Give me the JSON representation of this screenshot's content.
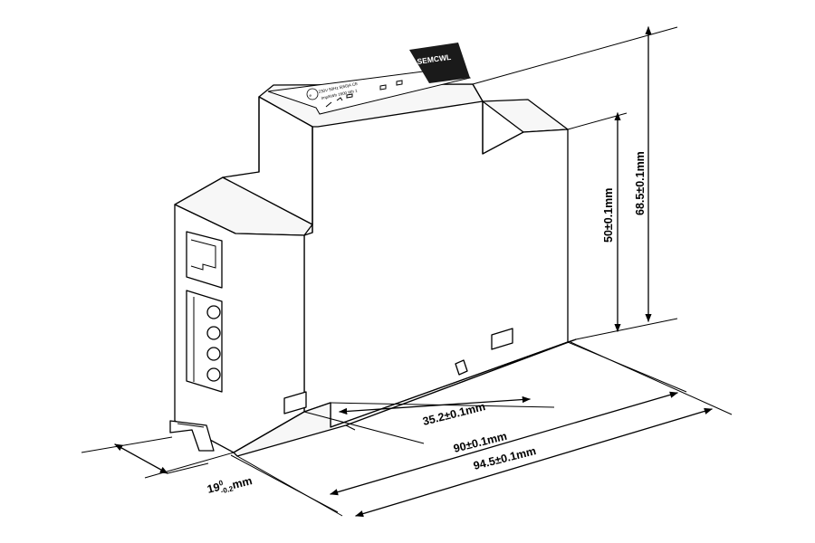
{
  "product": {
    "brand": "SEMCWL",
    "label_lines": [
      "230V 50Hz 5(60)A CE",
      "Imp/kWh 1600 Wh 1"
    ]
  },
  "dimensions": {
    "height_total": "68.5±0.1mm",
    "height_body": "50±0.1mm",
    "length_rail": "35.2±0.1mm",
    "length_body": "90±0.1mm",
    "length_total": "94.5±0.1mm",
    "width_main": "19",
    "width_sup": "0",
    "width_sub": "-0.2",
    "width_unit": "mm"
  },
  "colors": {
    "line": "#000000",
    "label": "#1a1a1a"
  }
}
